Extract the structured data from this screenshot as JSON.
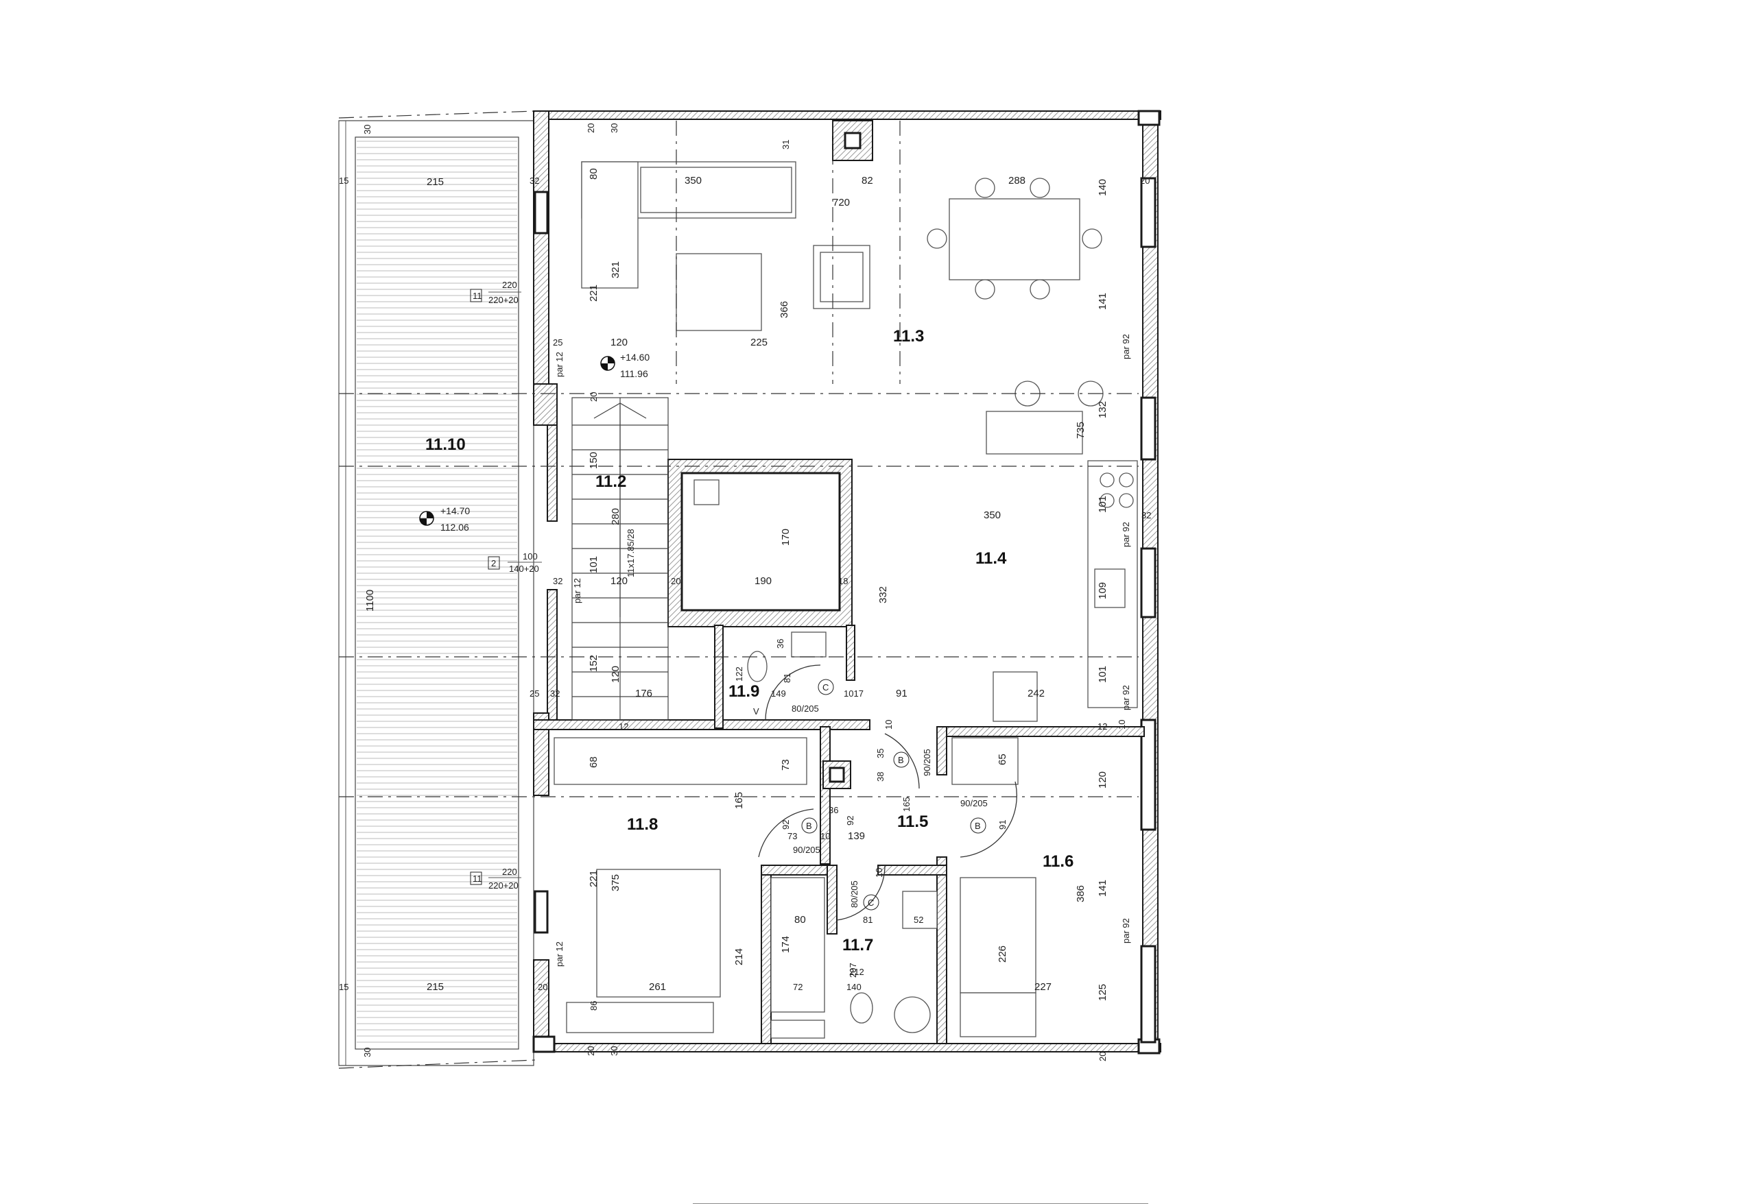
{
  "rooms": {
    "r_11_2": "11.2",
    "r_11_3": "11.3",
    "r_11_4": "11.4",
    "r_11_5": "11.5",
    "r_11_6": "11.6",
    "r_11_7": "11.7",
    "r_11_8": "11.8",
    "r_11_9": "11.9",
    "r_11_10": "11.10"
  },
  "levels": {
    "living_top": "+14.60",
    "living_bottom": "111.96",
    "terrace_top": "+14.70",
    "terrace_bottom": "112.06"
  },
  "windows": {
    "w1_tag": "11",
    "w1_a": "220",
    "w1_b": "220+20",
    "w2_tag": "2",
    "w2_a": "100",
    "w2_b": "140+20",
    "w3_tag": "11",
    "w3_a": "220",
    "w3_b": "220+20"
  },
  "doors": {
    "c1_tag": "C",
    "c1_size": "80/205",
    "b1_tag": "B",
    "b1_size": "90/205",
    "b2_tag": "B",
    "b2_size": "90/205",
    "b3_tag": "B",
    "b3_size": "90/205",
    "c2_tag": "C",
    "c2_size": "80/205",
    "v1": "V"
  },
  "dims": {
    "t30a": "30",
    "t20a": "20",
    "t30b": "30",
    "t31": "31",
    "t80": "80",
    "t350": "350",
    "t82": "82",
    "t288": "288",
    "t140": "140",
    "t20b": "20",
    "t720": "720",
    "t215a": "215",
    "t32a": "32",
    "t321": "321",
    "t221a": "221",
    "t366": "366",
    "t141a": "141",
    "t25a": "25",
    "t120a": "120",
    "t225": "225",
    "t_par12a": "par 12",
    "t_par92a": "par 92",
    "t20c": "20",
    "t132": "132",
    "t735": "735",
    "t150": "150",
    "t280": "280",
    "t101a": "101",
    "t170": "170",
    "t350b": "350",
    "t32b": "32",
    "t101b": "101",
    "t11x": "11x17.85/28",
    "t_par92b": "par 92",
    "t1100": "1100",
    "t32c": "32",
    "t120b": "120",
    "t_par12b": "par 12",
    "t20d": "20",
    "t190": "190",
    "t18": "18",
    "t332": "332",
    "t109": "109",
    "t36a": "36",
    "t152": "152",
    "t120c": "120",
    "t122": "122",
    "t81a": "81",
    "t101c": "101",
    "t25b": "25",
    "t32d": "32",
    "t176": "176",
    "t149": "149",
    "t1017": "1017",
    "t91a": "91",
    "t242": "242",
    "t_par92c": "par 92",
    "t12": "12",
    "t12b": "12",
    "t10a": "10",
    "t35": "35",
    "t10b": "10",
    "t68": "68",
    "t73a": "73",
    "t38": "38",
    "t65": "65",
    "t120d": "120",
    "t165a": "165",
    "t36b": "36",
    "t92a": "92",
    "t165b": "165",
    "t91b": "91",
    "t92b": "92",
    "t73b": "73",
    "t10c": "10",
    "t139": "139",
    "t10d": "10",
    "t221b": "221",
    "t375": "375",
    "t386": "386",
    "t141b": "141",
    "t80b": "80",
    "t81b": "81",
    "t52": "52",
    "t_par92d": "par 92",
    "t_par12c": "par 12",
    "t174": "174",
    "t214": "214",
    "t207": "207",
    "t212": "212",
    "t226": "226",
    "t15a": "15",
    "t215b": "215",
    "t20e": "20",
    "t261": "261",
    "t72": "72",
    "t140b": "140",
    "t227": "227",
    "t125": "125",
    "t86": "86",
    "t15b": "15",
    "t30c": "30",
    "t20f": "20",
    "t30d": "30",
    "t20g": "20"
  }
}
